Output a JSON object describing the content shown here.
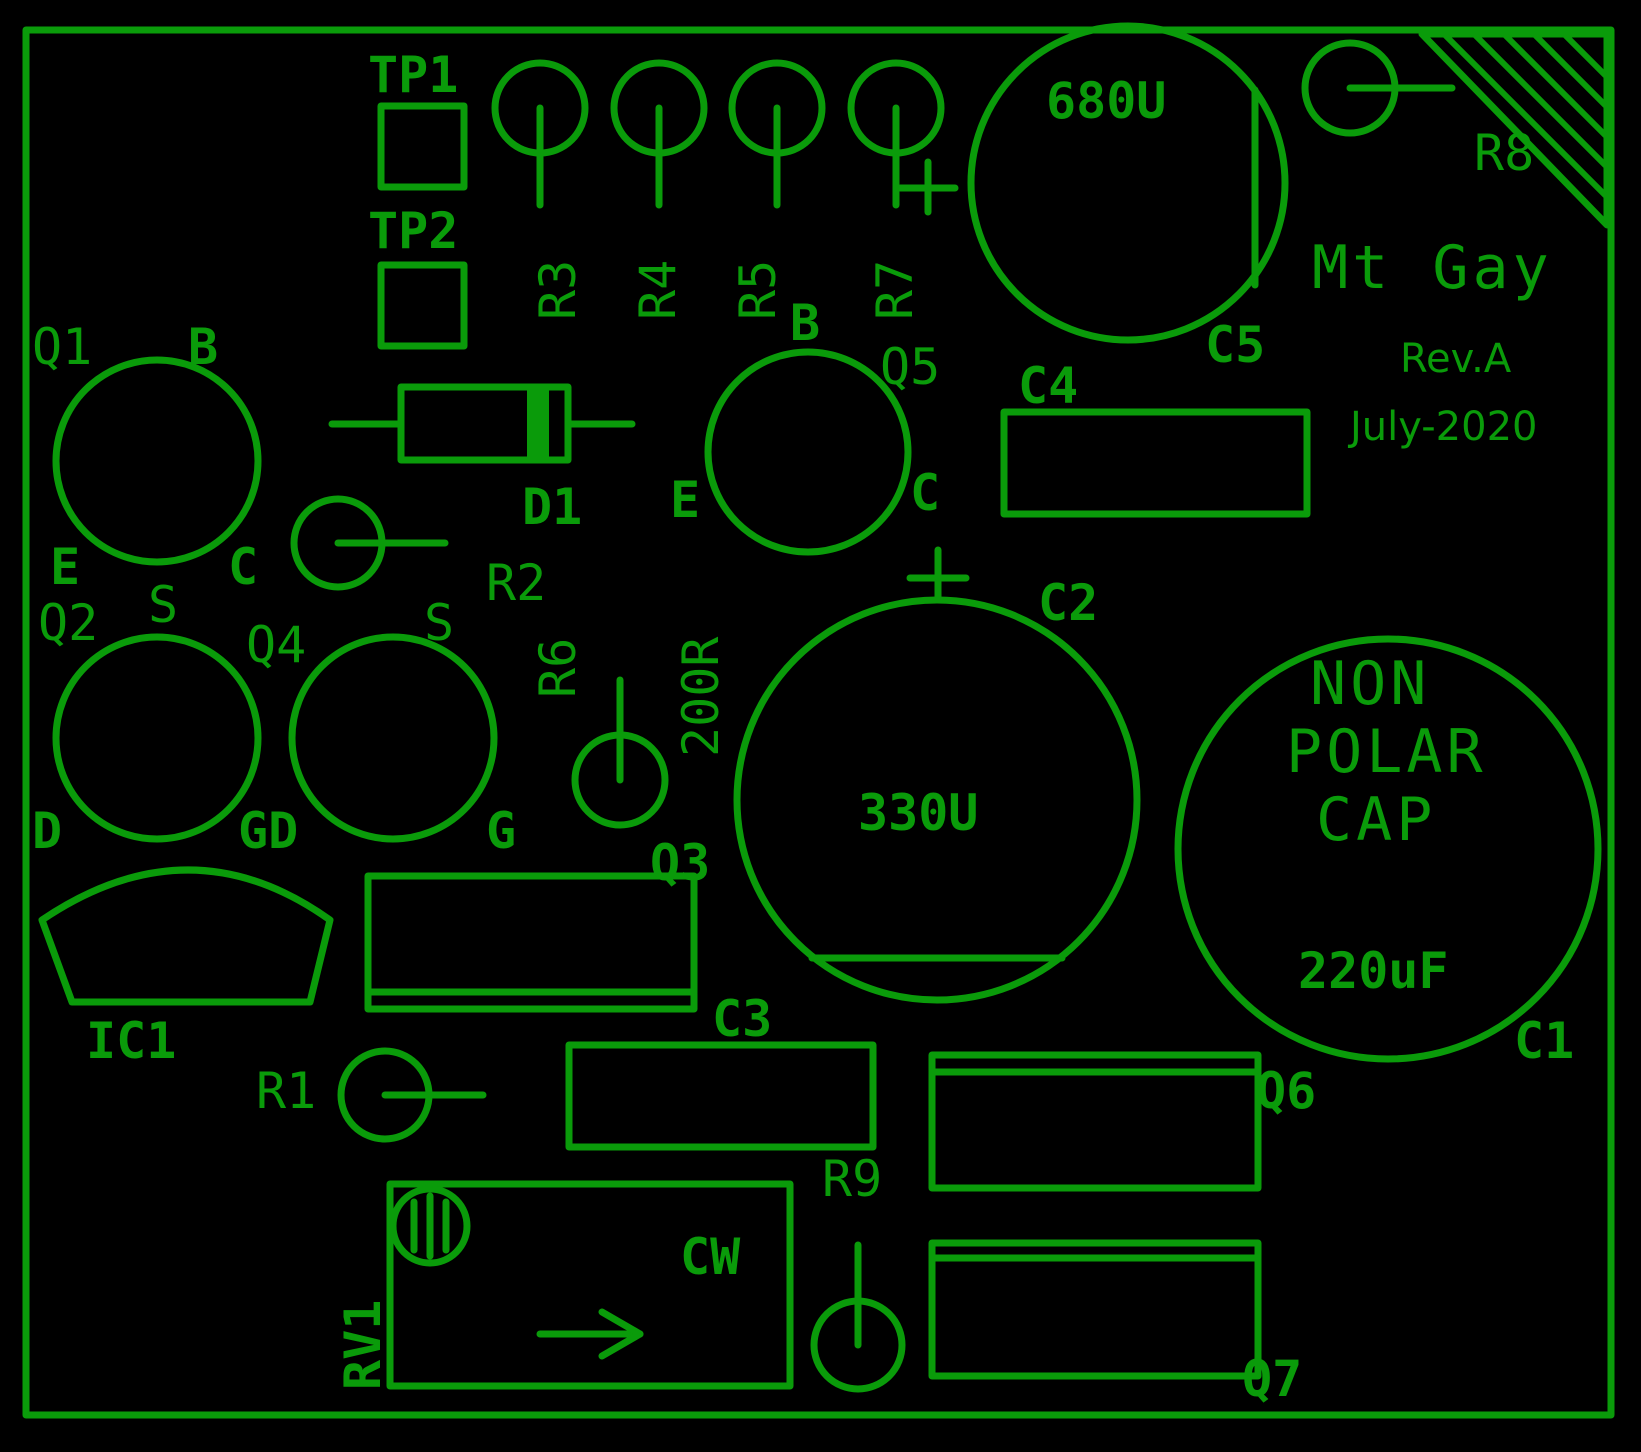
{
  "board": {
    "title": "Mt Gay",
    "revision": "Rev.A",
    "date": "July-2020",
    "trace_color": "#0a9b0a",
    "background_color": "#000000"
  },
  "test_points": {
    "tp1": "TP1",
    "tp2": "TP2"
  },
  "resistors": {
    "r1": "R1",
    "r2": "R2",
    "r3": "R3",
    "r4": "R4",
    "r5": "R5",
    "r6": "R6",
    "r6_value": "200R",
    "r7": "R7",
    "r8": "R8",
    "r9": "R9"
  },
  "transistors": {
    "q1": "Q1",
    "q2": "Q2",
    "q3": "Q3",
    "q4": "Q4",
    "q5": "Q5",
    "q6": "Q6",
    "q7": "Q7",
    "pin_b": "B",
    "pin_c": "C",
    "pin_e": "E",
    "pin_s": "S",
    "pin_d": "D",
    "pin_g": "G",
    "pin_gd": "GD"
  },
  "diode": {
    "d1": "D1"
  },
  "capacitors": {
    "c1": "C1",
    "c1_line1": "NON",
    "c1_line2": "POLAR",
    "c1_line3": "CAP",
    "c1_value": "220uF",
    "c2": "C2",
    "c2_value": "330U",
    "c2_plus": "+",
    "c3": "C3",
    "c4": "C4",
    "c5": "C5",
    "c5_value": "680U",
    "c5_plus": "+"
  },
  "ic": {
    "ic1": "IC1"
  },
  "trimmer": {
    "rv1": "RV1",
    "cw": "CW"
  }
}
